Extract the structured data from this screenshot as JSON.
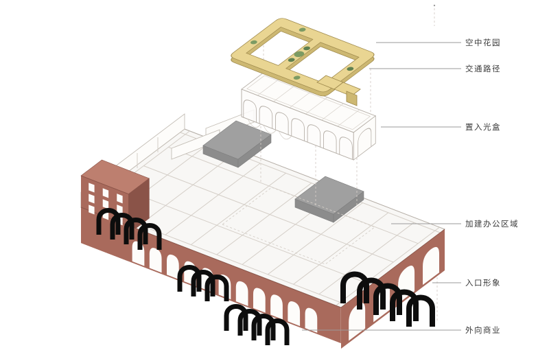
{
  "colors": {
    "brick": "#a96a5c",
    "brick_dark": "#8a5348",
    "brick_light": "#bd7f6f",
    "roof": "#f8f7f5",
    "line": "#b3aca4",
    "partition": "#d4cec7",
    "white_face": "#fdfcfa",
    "yellow": "#e9d592",
    "yellow_dark": "#cdb872",
    "yellow_outline": "#a08b4e",
    "green": "#7c9b63",
    "green_dark": "#5f8050",
    "grey_box": "#a0a0a0",
    "grey_box_dark": "#8c8c8c",
    "black": "#0d0d0d",
    "leader": "#9a9a9a",
    "label_text": "#3a3a3a"
  },
  "labels": [
    {
      "id": "sky-garden",
      "text": "空中花园"
    },
    {
      "id": "traffic-path",
      "text": "交通路径"
    },
    {
      "id": "light-box",
      "text": "置入光盒"
    },
    {
      "id": "office-area",
      "text": "加建办公区域"
    },
    {
      "id": "entrance",
      "text": "入口形象"
    },
    {
      "id": "commerce",
      "text": "外向商业"
    }
  ]
}
